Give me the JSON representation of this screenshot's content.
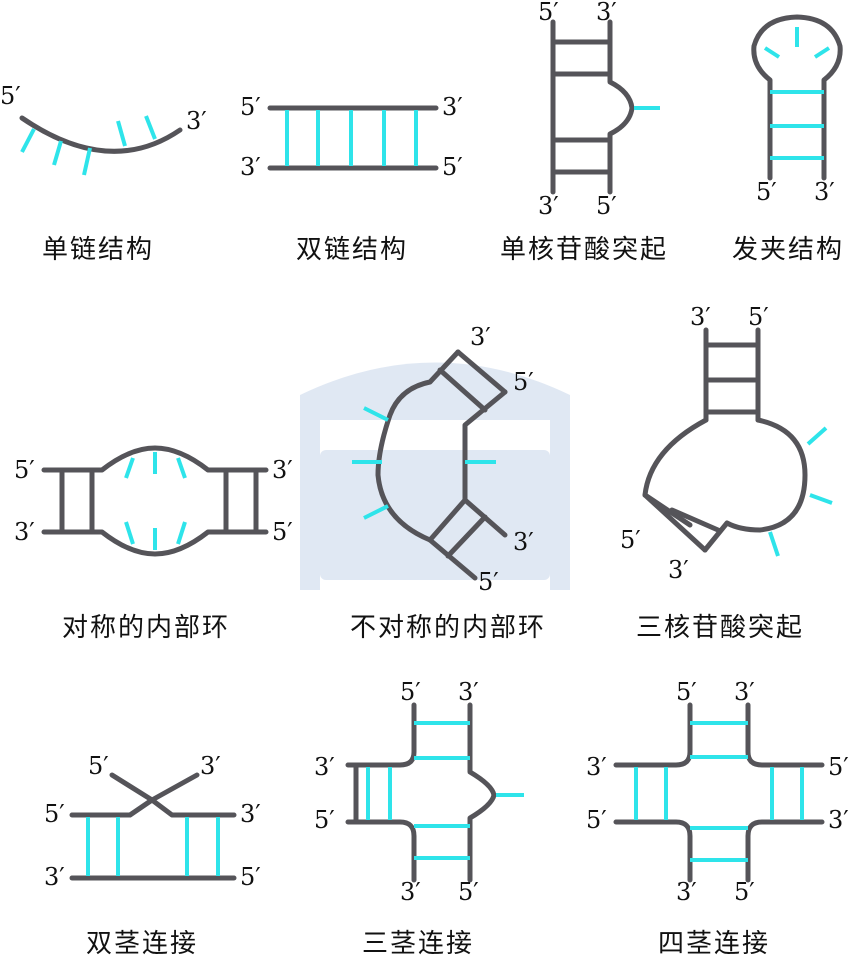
{
  "colors": {
    "backbone": "#555459",
    "base_pair": "#2ee4ea",
    "watermark": "#c7d5ea"
  },
  "end5": "5′",
  "end3": "3′",
  "captions": {
    "single_strand": "单链结构",
    "double_strand": "双链结构",
    "single_bulge": "单核苷酸突起",
    "hairpin": "发夹结构",
    "symmetric_loop": "对称的内部环",
    "asymmetric_loop": "不对称的内部环",
    "triple_bulge": "三核苷酸突起",
    "two_stem": "双茎连接",
    "three_stem": "三茎连接",
    "four_stem": "四茎连接"
  }
}
